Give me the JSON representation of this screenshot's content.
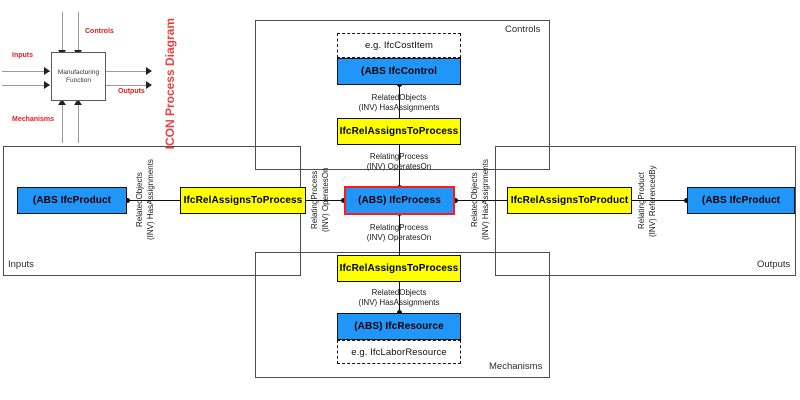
{
  "legend": {
    "title": "ICON Process Diagram",
    "function_box": "Manufacturing\nFunction",
    "function_line1": "Manufacturing",
    "function_line2": "Function",
    "inputs": "Inputs",
    "controls": "Controls",
    "outputs": "Outputs",
    "mechanisms": "Mechanisms"
  },
  "lanes": {
    "controls": "Controls",
    "inputs": "Inputs",
    "outputs": "Outputs",
    "mechanisms": "Mechanisms"
  },
  "nodes": {
    "cost_item_example": "e.g. IfcCostItem",
    "ifc_control": "(ABS IfcControl",
    "rel_assigns_to_process_top": "IfcRelAssignsToProcess",
    "ifc_product_left": "(ABS IfcProduct",
    "rel_assigns_to_process_left": "IfcRelAssignsToProcess",
    "ifc_process": "(ABS) IfcProcess",
    "rel_assigns_to_product_right": "IfcRelAssignsToProduct",
    "ifc_product_right": "(ABS IfcProduct",
    "rel_assigns_to_process_bottom": "IfcRelAssignsToProcess",
    "ifc_resource": "(ABS) IfcResource",
    "labor_resource_example": "e.g. IfcLaborResource"
  },
  "edges": {
    "control_to_rel_l1": "RelatedObjects",
    "control_to_rel_l2": "(INV) HasAssignments",
    "rel_to_process_top_l1": "RelatingProcess",
    "rel_to_process_top_l2": "(INV) OperatesOn",
    "product_left_l1": "RelatedObjects",
    "product_left_l2": "(INV) HasAssignments",
    "rel_left_to_process_l1": "RelatingProcess",
    "rel_left_to_process_l2": "(INV) OperatesOn",
    "process_to_rel_right_l1": "RelatedObjects",
    "process_to_rel_right_l2": "(INV) HasAssignments",
    "rel_right_to_product_l1": "RelatingProduct",
    "rel_right_to_product_l2": "(INV) ReferencedBy",
    "process_to_rel_bottom_l1": "RelatingProcess",
    "process_to_rel_bottom_l2": "(INV) OperatesOn",
    "rel_bottom_to_resource_l1": "RelatedObjects",
    "rel_bottom_to_resource_l2": "(INV) HasAssignments"
  },
  "colors": {
    "entity_blue": "#2196f9",
    "relationship_yellow": "#ffff00",
    "highlight_red": "#ff1a1a",
    "legend_red": "#e8433f",
    "lane_border": "#4d4d4d"
  }
}
